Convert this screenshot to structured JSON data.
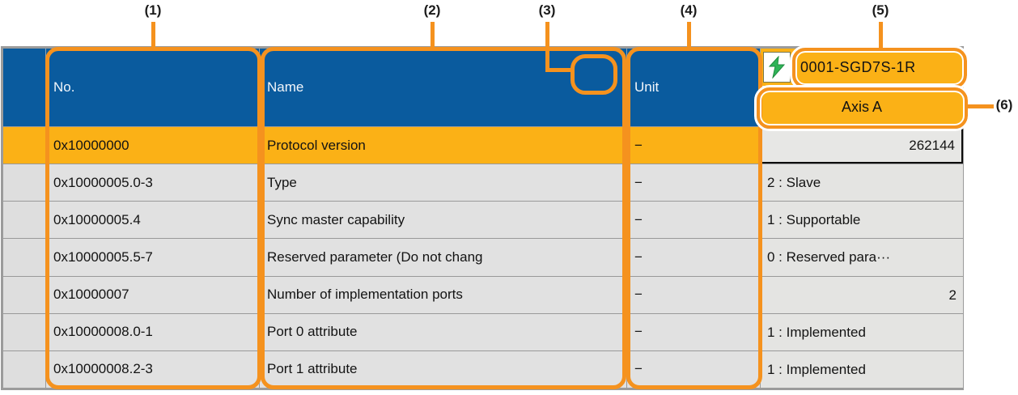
{
  "table": {
    "columns": {
      "no": "No.",
      "name": "Name",
      "unit": "Unit"
    },
    "axis_column": {
      "model": "0001-SGD7S-1R",
      "axis": "Axis A",
      "status_icon": "lightning-icon"
    },
    "rows": [
      {
        "no": "0x10000000",
        "name": "Protocol version",
        "unit": "−",
        "value": "262144",
        "value_align": "right",
        "selected": true
      },
      {
        "no": "0x10000005.0-3",
        "name": "Type",
        "unit": "−",
        "value": "2 : Slave",
        "value_align": "left",
        "selected": false
      },
      {
        "no": "0x10000005.4",
        "name": "Sync master capability",
        "unit": "−",
        "value": "1 : Supportable",
        "value_align": "left",
        "selected": false
      },
      {
        "no": "0x10000005.5-7",
        "name": "Reserved parameter (Do not chang",
        "unit": "−",
        "value": "0 : Reserved para···",
        "value_align": "left",
        "selected": false
      },
      {
        "no": "0x10000007",
        "name": "Number of implementation ports",
        "unit": "−",
        "value": "2",
        "value_align": "right",
        "selected": false
      },
      {
        "no": "0x10000008.0-1",
        "name": "Port 0 attribute",
        "unit": "−",
        "value": "1 : Implemented",
        "value_align": "left",
        "selected": false
      },
      {
        "no": "0x10000008.2-3",
        "name": "Port 1 attribute",
        "unit": "−",
        "value": "1 : Implemented",
        "value_align": "left",
        "selected": false
      }
    ]
  },
  "callouts": [
    {
      "label": "(1)"
    },
    {
      "label": "(2)"
    },
    {
      "label": "(3)"
    },
    {
      "label": "(4)"
    },
    {
      "label": "(5)"
    },
    {
      "label": "(6)"
    }
  ],
  "colors": {
    "header_blue": "#0A5B9E",
    "highlight_orange": "#FBB116",
    "callout_orange": "#F5921E",
    "row_gray": "#E1E1E1",
    "status_green": "#2FB457"
  }
}
